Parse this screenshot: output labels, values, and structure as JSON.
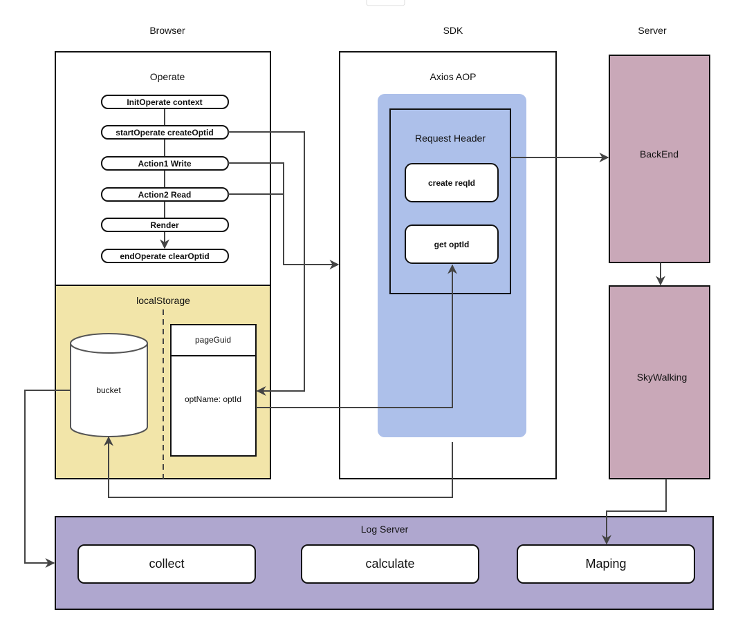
{
  "columns": {
    "browser": "Browser",
    "sdk": "SDK",
    "server": "Server"
  },
  "browser": {
    "operate_title": "Operate",
    "steps": [
      "InitOperate context",
      "startOperate createOptid",
      "Action1  Write",
      "Action2  Read",
      "Render",
      "endOperate clearOptid"
    ],
    "local_storage": {
      "title": "localStorage",
      "bucket": "bucket",
      "page_guid": "pageGuid",
      "opt_entry": "optName: optId"
    }
  },
  "sdk": {
    "title": "Axios AOP",
    "request_header": "Request Header",
    "create_req_id": "create reqId",
    "get_opt_id": "get optId"
  },
  "server": {
    "backend": "BackEnd",
    "skywalking": "SkyWalking"
  },
  "log_server": {
    "title": "Log Server",
    "modules": [
      "collect",
      "calculate",
      "Maping"
    ]
  },
  "colors": {
    "local_storage": "#f2e5a9",
    "axios_aop": "#adc0ea",
    "server": "#c9a8b8",
    "log_server": "#afa7cf"
  }
}
